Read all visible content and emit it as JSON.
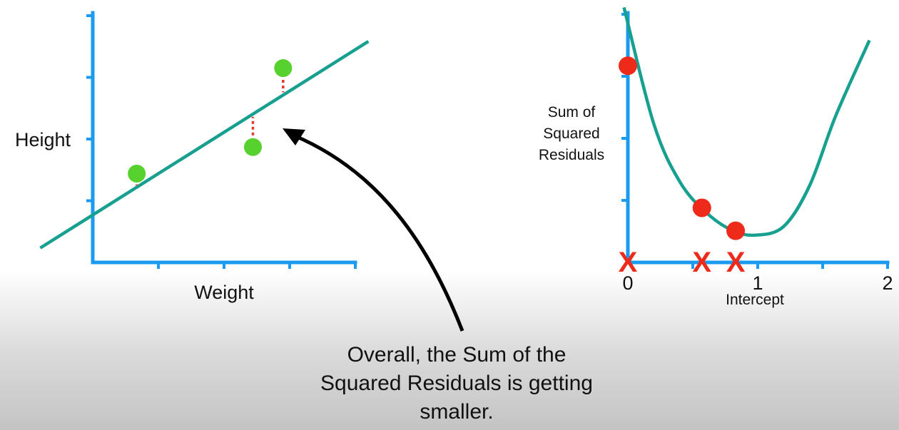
{
  "caption": {
    "lines": [
      "Overall, the Sum of the",
      "Squared Residuals is getting",
      "smaller."
    ]
  },
  "colors": {
    "axis": "#1a9bf0",
    "fit_line": "#17a090",
    "data_point": "#56d12e",
    "residual": "#e03a2e",
    "ssr_point": "#ee2a1b",
    "intercept_marker": "#ee2a1b",
    "arrow": "#000000"
  },
  "chart_data": [
    {
      "type": "scatter",
      "xlabel": "Weight",
      "ylabel": "Height",
      "grid": false,
      "xlim": [
        0,
        4
      ],
      "ylim": [
        0,
        4
      ],
      "points": [
        {
          "x": 0.67,
          "y": 1.44
        },
        {
          "x": 2.44,
          "y": 1.87
        },
        {
          "x": 2.9,
          "y": 3.15
        }
      ],
      "fit_line": {
        "intercept": 0.77,
        "slope": 0.67,
        "x_range": [
          -0.8,
          4.2
        ]
      },
      "residuals": "dotted vertical lines from each point to the fitted line"
    },
    {
      "type": "line",
      "xlabel": "Intercept",
      "ylabel": "Sum of\nSquared\nResiduals",
      "grid": false,
      "xlim": [
        0,
        2
      ],
      "ylim": [
        0,
        4
      ],
      "x_ticks": [
        "0",
        "1",
        "2"
      ],
      "curve": {
        "shape": "parabola",
        "vertex": {
          "x": 0.98,
          "y": 0.44
        },
        "x": [
          -0.03,
          0.2,
          0.4,
          0.6,
          0.8,
          0.98,
          1.2,
          1.4,
          1.6,
          1.86
        ],
        "y": [
          4.11,
          2.23,
          1.3,
          0.81,
          0.52,
          0.44,
          0.58,
          1.24,
          2.36,
          3.58
        ]
      },
      "points": [
        {
          "x": 0.0,
          "y": 3.17
        },
        {
          "x": 0.57,
          "y": 0.88
        },
        {
          "x": 0.83,
          "y": 0.51
        }
      ],
      "x_markers": [
        {
          "x": 0.0,
          "label": "X"
        },
        {
          "x": 0.57,
          "label": "X"
        },
        {
          "x": 0.83,
          "label": "X"
        }
      ]
    }
  ]
}
